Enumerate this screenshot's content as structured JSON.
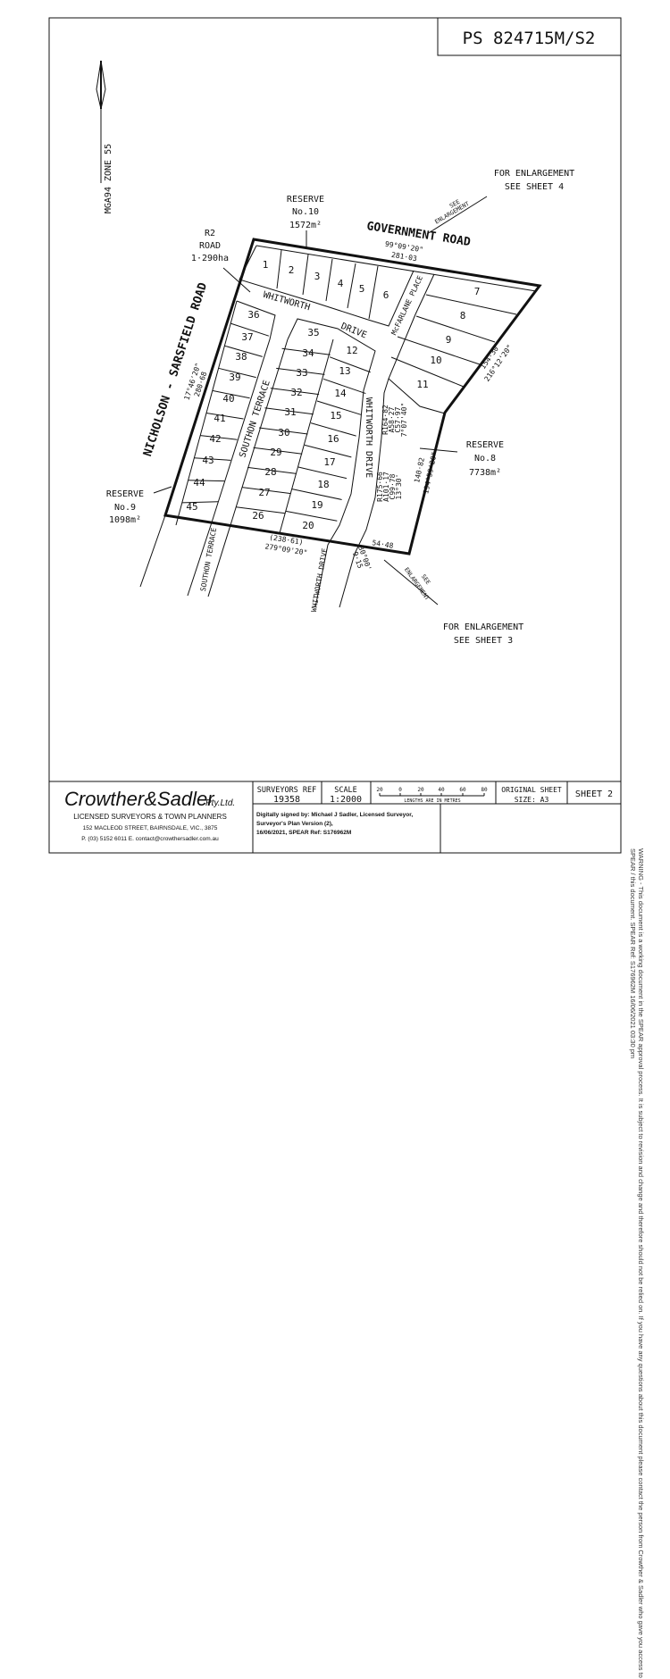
{
  "plan_number": "PS 824715M/S2",
  "warning": "WARNING - This document is a working document in the SPEAR approval process. It is subject to revision and change and therefore should not be relied on. If you have any questions about this document please contact the person from Crowther & Sadler who gave you access to SPEAR / this document. SPEAR Ref: S176962M 16/06/2021 03:30 pm",
  "north": {
    "zone": "MGA94 ZONE 55",
    "icon": "north-arrow-icon"
  },
  "enlargements": {
    "top": {
      "line1": "FOR ENLARGEMENT",
      "line2": "SEE SHEET 4",
      "arrow1": "SEE",
      "arrow2": "ENLARGEMENT"
    },
    "bottom": {
      "line1": "FOR ENLARGEMENT",
      "line2": "SEE SHEET 3",
      "arrow1": "SEE",
      "arrow2": "ENLARGEMENT"
    }
  },
  "reserves": {
    "r10": {
      "line1": "RESERVE",
      "line2": "No.10",
      "line3": "1572m²"
    },
    "r8": {
      "line1": "RESERVE",
      "line2": "No.8",
      "line3": "7738m²"
    },
    "r9": {
      "line1": "RESERVE",
      "line2": "No.9",
      "line3": "1098m²"
    },
    "r2": {
      "line1": "R2",
      "line2": "ROAD",
      "line3": "1·290ha"
    }
  },
  "roads": {
    "government": "GOVERNMENT  ROAD",
    "nicholson": "NICHOLSON  -  SARSFIELD ROAD",
    "whitworth_top_1": "WHITWORTH",
    "whitworth_top_2": "DRIVE",
    "whitworth_mid": "WHITWORTH  DRIVE",
    "whitworth_low": "WHITWORTH DRIVE",
    "mcfarlane": "McFARLANE  PLACE",
    "southon_mid": "SOUTHON  TERRACE",
    "southon_low": "SOUTHON  TERRACE"
  },
  "dimensions": {
    "top_bearing": "99°09'20\"",
    "top_length": "281·03",
    "right_top_length": "154·30",
    "right_top_bearing": "216°12'20\"",
    "curve1": [
      "R164·82",
      "A58·27",
      "C57·97",
      "7°07'40\""
    ],
    "curve2": [
      "R175·66",
      "A101·17",
      "C99·78",
      "13°30'"
    ],
    "right_low_length": "140·82",
    "right_low_bearing": "194°59'20\"",
    "left_bearing": "17°46'20\"",
    "left_length": "280·68",
    "bottom_length": "(238·61)",
    "bottom_bearing": "279°09'20\"",
    "bottom_right_length": "54·48",
    "small_length": "9·15",
    "small_bearing": "30°00'"
  },
  "lots": [
    "1",
    "2",
    "3",
    "4",
    "5",
    "6",
    "7",
    "8",
    "9",
    "10",
    "11",
    "12",
    "13",
    "14",
    "15",
    "16",
    "17",
    "18",
    "19",
    "20",
    "26",
    "27",
    "28",
    "29",
    "30",
    "31",
    "32",
    "33",
    "34",
    "35",
    "36",
    "37",
    "38",
    "39",
    "40",
    "41",
    "42",
    "43",
    "44",
    "45"
  ],
  "title_block": {
    "firm": "Crowther&Sadler",
    "firm_suffix": "Pty.Ltd.",
    "tagline": "LICENSED SURVEYORS & TOWN PLANNERS",
    "address": "152 MACLEOD STREET, BAIRNSDALE, VIC., 3875",
    "contact": "P. (03) 5152 6011 E. contact@crowthersadler.com.au",
    "surveyors_ref_label": "SURVEYORS REF",
    "surveyors_ref": "19358",
    "scale_label": "SCALE",
    "scale": "1:2000",
    "scale_ticks": [
      "20",
      "0",
      "20",
      "40",
      "60",
      "80"
    ],
    "scale_caption": "LENGTHS ARE IN METRES",
    "original_sheet_label": "ORIGINAL SHEET",
    "original_sheet_size": "SIZE: A3",
    "sheet": "SHEET 2",
    "signature_1": "Digitally signed by: Michael J Sadler, Licensed Surveyor,",
    "signature_2": "Surveyor's Plan Version (2),",
    "signature_3": "16/06/2021, SPEAR Ref: S176962M"
  }
}
